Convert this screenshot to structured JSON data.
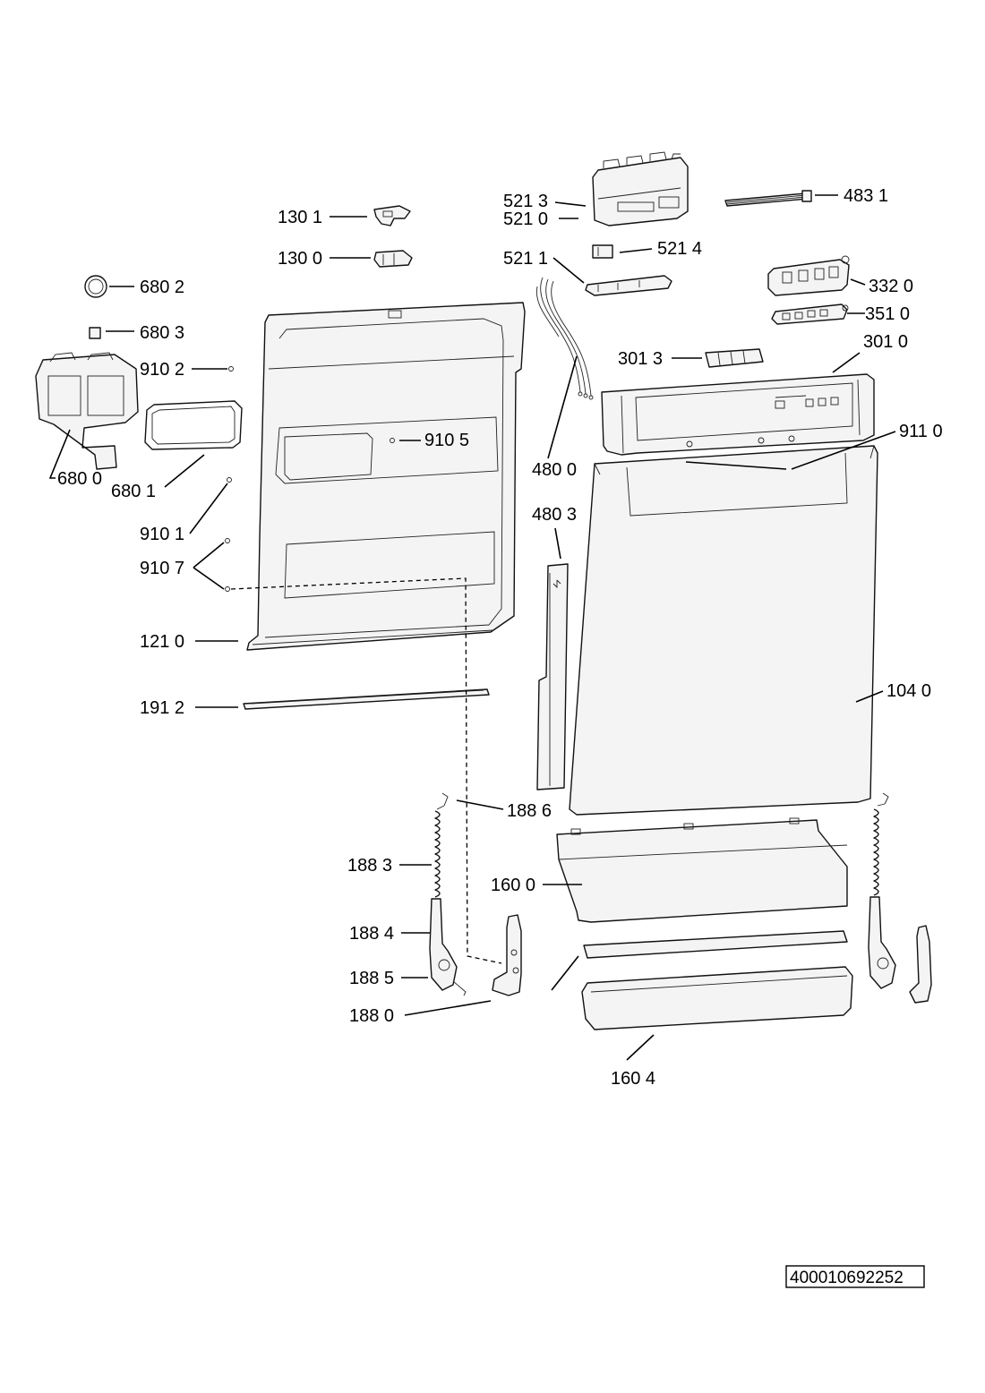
{
  "diagram": {
    "document_code": "400010692252",
    "labels": {
      "p130_1": "130 1",
      "p130_0": "130 0",
      "p521_3": "521 3",
      "p521_0": "521 0",
      "p521_4": "521 4",
      "p521_1": "521 1",
      "p483_1": "483 1",
      "p332_0": "332 0",
      "p351_0": "351 0",
      "p301_3": "301 3",
      "p301_0": "301 0",
      "p680_2": "680 2",
      "p680_3": "680 3",
      "p910_2": "910 2",
      "p910_5": "910 5",
      "p680_0": "680 0",
      "p680_1": "680 1",
      "p910_1": "910 1",
      "p910_7": "910 7",
      "p480_0": "480 0",
      "p480_3": "480 3",
      "p911_0": "911 0",
      "p121_0": "121 0",
      "p191_2": "191 2",
      "p104_0": "104 0",
      "p188_6": "188 6",
      "p188_3": "188 3",
      "p160_0": "160 0",
      "p188_4": "188 4",
      "p188_5": "188 5",
      "p188_0": "188 0",
      "p160_4": "160 4"
    }
  }
}
